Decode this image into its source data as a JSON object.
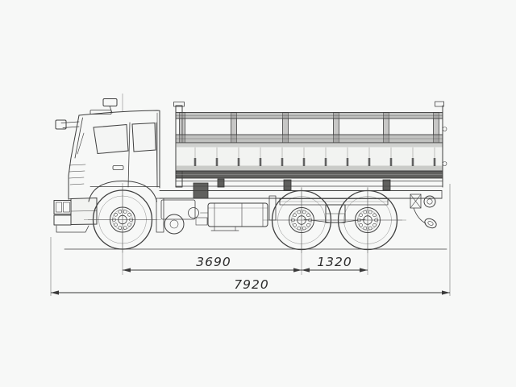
{
  "colors": {
    "background": "#f7f8f7",
    "line": "#3f3f3f",
    "text": "#2c2c2c"
  },
  "drawing": {
    "subject": "dropside-truck-side-view-technical-drawing",
    "dimensions": {
      "wheelbase": "3690",
      "rear_axle_spacing": "1320",
      "overall_length": "7920"
    }
  }
}
